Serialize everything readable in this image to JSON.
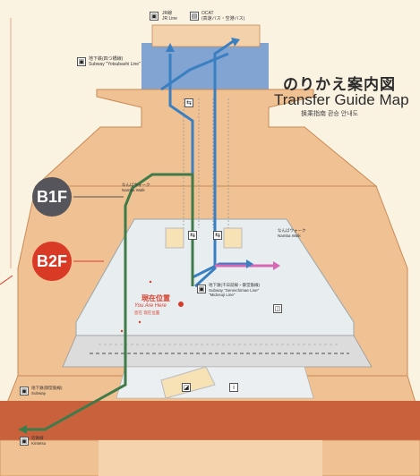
{
  "title": {
    "jp": "のりかえ案内図",
    "en": "Transfer Guide Map",
    "multi": "换乘指南 환승 안내도"
  },
  "floors": [
    {
      "label": "B1F",
      "color": "#55555b"
    },
    {
      "label": "B2F",
      "color": "#d93a26"
    }
  ],
  "you_are_here": {
    "jp": "現在位置",
    "en": "You Are Here",
    "extra": "您在 现在位置"
  },
  "top_labels": {
    "jr": "JR線\nJR Line",
    "ocat": "OCAT\n(高速バス・空港バス)",
    "yotsubashi": "地下鉄(四つ橋線)\nSubway \"Yotsubashi Line\""
  },
  "center_labels": {
    "sennichimae": "地下鉄(千日前線・御堂筋線)\nSubway \"Sennichimae Line\"\n\"Midosuji Line\"",
    "namba_walk_left": "なんばウォーク\nNamba Walk",
    "namba_walk_right": "なんばウォーク\nNamba Walk"
  },
  "bottom_labels": {
    "subway_bl": "地下鉄(御堂筋線)\nSubway",
    "kintetsu_bl": "近鉄線\nKintetsu"
  },
  "colors": {
    "walkway": "#f0c192",
    "walkway_edge": "#c98a55",
    "b2_floor": "#e8eef0",
    "top_blue": "#6b95cf",
    "bottom_band": "#c9623c",
    "route_blue": "#3a7fc2",
    "route_green": "#3e7a4a",
    "route_pink": "#d766b4",
    "red_accent": "#d93a26"
  }
}
